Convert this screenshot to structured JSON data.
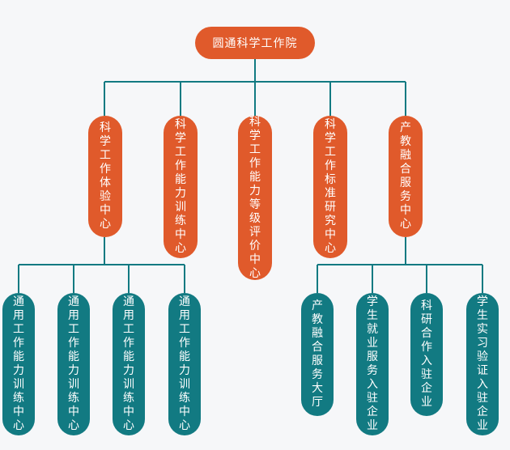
{
  "root": "圆通科学工作院",
  "centers": [
    "科学工作体验中心",
    "科学工作能力训练中心",
    "科学工作能力等级评价中心",
    "科学工作标准研究中心",
    "产教融合服务中心"
  ],
  "left_children": [
    "通用工作能力训练中心",
    "通用工作能力训练中心",
    "通用工作能力训练中心",
    "通用工作能力训练中心"
  ],
  "right_children": [
    "产教融合服务大厅",
    "学生就业服务入驻企业",
    "科研合作入驻企业",
    "学生实习验证入驻企业"
  ],
  "colors": {
    "orange": "#e05a2b",
    "teal": "#127a82",
    "line": "#127a82"
  }
}
